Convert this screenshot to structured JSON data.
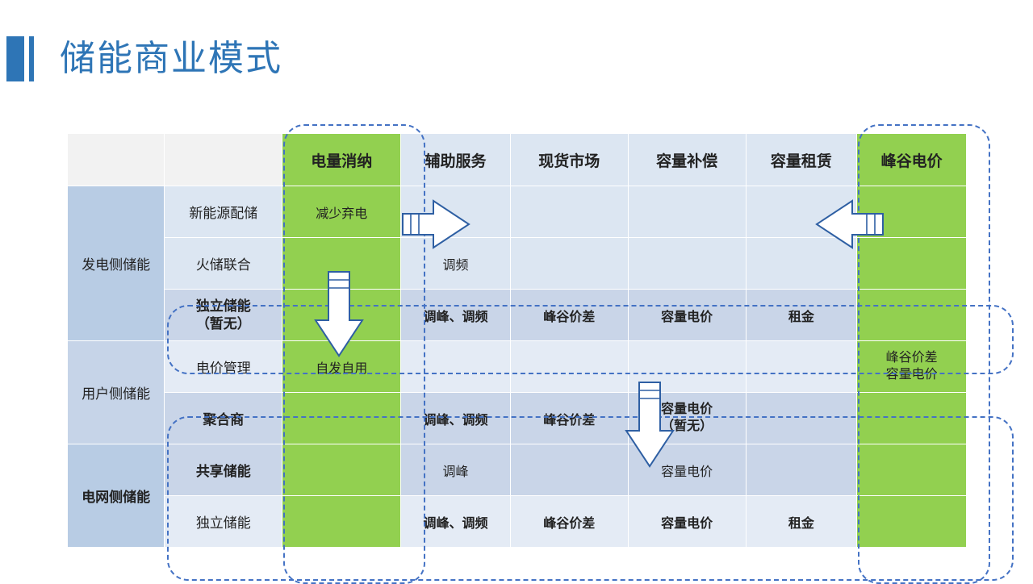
{
  "slide": {
    "title": "储能商业模式",
    "accent_color": "#2e75b6",
    "green": "#92d050",
    "header_blue": "#dce6f2"
  },
  "table": {
    "headers": [
      "",
      "",
      "电量消纳",
      "辅助服务",
      "现货市场",
      "容量补偿",
      "容量租赁",
      "峰谷电价"
    ],
    "groups": [
      {
        "name": "发电侧储能",
        "rows": [
          {
            "sub": "新能源配储",
            "cells": [
              "减少弃电",
              "",
              "",
              "",
              "",
              ""
            ]
          },
          {
            "sub": "火储联合",
            "cells": [
              "",
              "调频",
              "",
              "",
              "",
              ""
            ]
          },
          {
            "sub": "独立储能\n（暂无）",
            "sub_bold": true,
            "cells": [
              "",
              "调峰、调频",
              "峰谷价差",
              "容量电价",
              "租金",
              ""
            ]
          }
        ]
      },
      {
        "name": "用户侧储能",
        "rows": [
          {
            "sub": "电价管理",
            "cells": [
              "自发自用",
              "",
              "",
              "",
              "",
              "峰谷价差\n容量电价"
            ]
          },
          {
            "sub": "聚合商",
            "sub_bold": true,
            "cells": [
              "",
              "调峰、调频",
              "峰谷价差",
              "容量电价\n（暂无）",
              "",
              ""
            ]
          }
        ]
      },
      {
        "name": "电网侧储能",
        "rows": [
          {
            "sub": "共享储能",
            "sub_bold": true,
            "cells": [
              "",
              "调峰",
              "",
              "容量电价",
              "",
              ""
            ]
          },
          {
            "sub": "独立储能",
            "cells": [
              "",
              "调峰、调频",
              "峰谷价差",
              "容量电价",
              "租金",
              ""
            ]
          }
        ]
      }
    ]
  },
  "annotations": {
    "arrow_right": "right-arrow",
    "arrow_left": "left-arrow",
    "arrow_down_1": "down-arrow",
    "arrow_down_2": "down-arrow",
    "highlight_1": "dashed-highlight-independent-storage",
    "highlight_2": "dashed-highlight-aggregator-grid",
    "highlight_col_energy": "dashed-highlight-column-energy",
    "highlight_col_peak": "dashed-highlight-column-peakvalley"
  }
}
